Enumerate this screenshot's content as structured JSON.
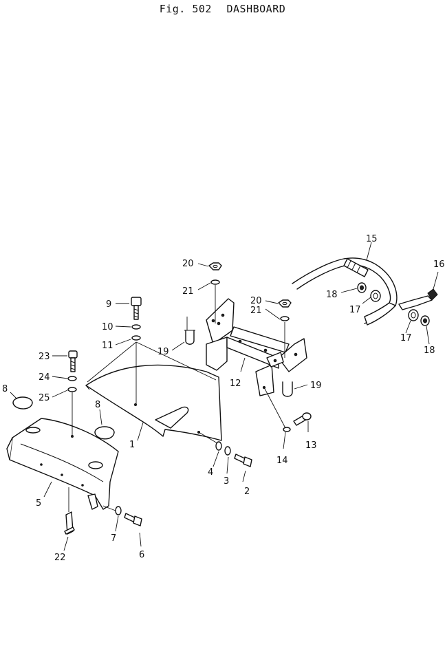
{
  "figure": {
    "number_label": "Fig. 502",
    "title": "DASHBOARD"
  },
  "callouts": [
    {
      "id": "c1",
      "text": "1"
    },
    {
      "id": "c2",
      "text": "2"
    },
    {
      "id": "c3",
      "text": "3"
    },
    {
      "id": "c4",
      "text": "4"
    },
    {
      "id": "c5",
      "text": "5"
    },
    {
      "id": "c6",
      "text": "6"
    },
    {
      "id": "c7",
      "text": "7"
    },
    {
      "id": "c8a",
      "text": "8"
    },
    {
      "id": "c8b",
      "text": "8"
    },
    {
      "id": "c9",
      "text": "9"
    },
    {
      "id": "c10",
      "text": "10"
    },
    {
      "id": "c11",
      "text": "11"
    },
    {
      "id": "c12",
      "text": "12"
    },
    {
      "id": "c13",
      "text": "13"
    },
    {
      "id": "c14",
      "text": "14"
    },
    {
      "id": "c15",
      "text": "15"
    },
    {
      "id": "c16",
      "text": "16"
    },
    {
      "id": "c17a",
      "text": "17"
    },
    {
      "id": "c17b",
      "text": "17"
    },
    {
      "id": "c18a",
      "text": "18"
    },
    {
      "id": "c18b",
      "text": "18"
    },
    {
      "id": "c19a",
      "text": "19"
    },
    {
      "id": "c19b",
      "text": "19"
    },
    {
      "id": "c20a",
      "text": "20"
    },
    {
      "id": "c20b",
      "text": "20"
    },
    {
      "id": "c21a",
      "text": "21"
    },
    {
      "id": "c21b",
      "text": "21"
    },
    {
      "id": "c22",
      "text": "22"
    },
    {
      "id": "c23",
      "text": "23"
    },
    {
      "id": "c24",
      "text": "24"
    },
    {
      "id": "c25",
      "text": "25"
    }
  ]
}
